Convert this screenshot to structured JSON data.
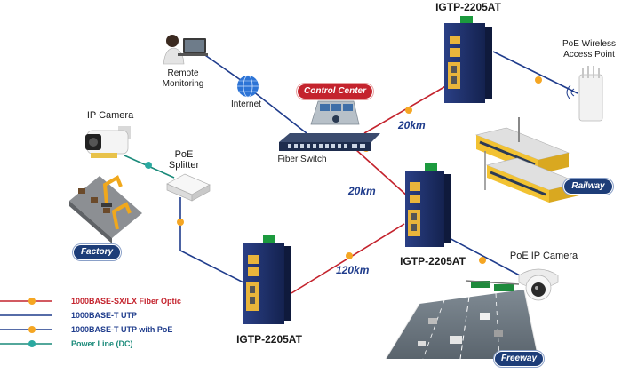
{
  "labels": {
    "remote": "Remote\nMonitoring",
    "internet": "Internet",
    "ip_camera": "IP Camera",
    "poe_splitter": "PoE\nSplitter",
    "fiber_switch": "Fiber Switch",
    "poe_ap": "PoE Wireless\nAccess Point",
    "poe_ip_camera": "PoE IP Camera",
    "sw_top": "IGTP-2205AT",
    "sw_mid": "IGTP-2205AT",
    "sw_bottom": "IGTP-2205AT"
  },
  "badges": {
    "control_center": "Control Center",
    "factory": "Factory",
    "railway": "Railway",
    "freeway": "Freeway"
  },
  "distances": {
    "top": "20km",
    "mid": "20km",
    "bottom": "120km"
  },
  "legend": [
    {
      "label": "1000BASE-SX/LX Fiber Optic",
      "color": "#c4232d"
    },
    {
      "label": "1000BASE-T UTP",
      "color": "#1f3c8c"
    },
    {
      "label": "1000BASE-T UTP with PoE",
      "color": "#1f3c8c"
    },
    {
      "label": "Power Line (DC)",
      "color": "#1a8a7a"
    }
  ],
  "colors": {
    "fiber": "#c4232d",
    "utp": "#1f3c8c",
    "power": "#1a8a7a",
    "dot": "#f5a623",
    "switch_body": "#1d2f6b",
    "terminal": "#1c9a3e"
  }
}
